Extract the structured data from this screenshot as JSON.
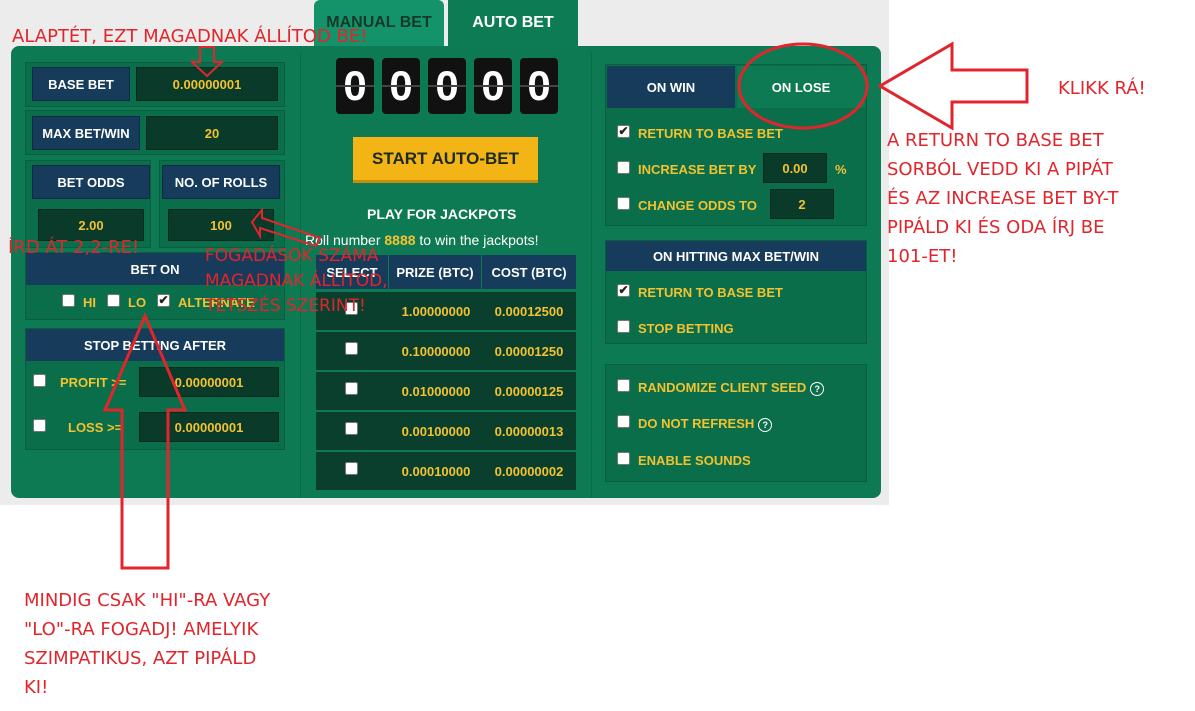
{
  "tabs": {
    "manual": "MANUAL BET",
    "auto": "AUTO BET"
  },
  "left": {
    "base_bet_label": "BASE BET",
    "base_bet_value": "0.00000001",
    "max_bet_label": "MAX BET/WIN",
    "max_bet_value": "20",
    "bet_odds_label": "BET ODDS",
    "bet_odds_value": "2.00",
    "rolls_label": "NO. OF ROLLS",
    "rolls_value": "100",
    "bet_on_label": "BET ON",
    "hi": "HI",
    "lo": "LO",
    "alternate": "ALTERNATE",
    "stop_after_label": "STOP BETTING AFTER",
    "profit_label": "PROFIT >=",
    "profit_value": "0.00000001",
    "loss_label": "LOSS >=",
    "loss_value": "0.00000001"
  },
  "center": {
    "digits": [
      "0",
      "0",
      "0",
      "0",
      "0"
    ],
    "start_button": "START AUTO-BET",
    "jackpot_title": "PLAY FOR JACKPOTS",
    "jackpot_text_pre": "Roll number",
    "jackpot_number": "8888",
    "jackpot_text_post": "to win the jackpots!",
    "table_headers": [
      "SELECT",
      "PRIZE (BTC)",
      "COST (BTC)"
    ],
    "rows": [
      {
        "prize": "1.00000000",
        "cost": "0.00012500"
      },
      {
        "prize": "0.10000000",
        "cost": "0.00001250"
      },
      {
        "prize": "0.01000000",
        "cost": "0.00000125"
      },
      {
        "prize": "0.00100000",
        "cost": "0.00000013"
      },
      {
        "prize": "0.00010000",
        "cost": "0.00000002"
      }
    ]
  },
  "right": {
    "on_win": "ON WIN",
    "on_lose": "ON LOSE",
    "return_base": "RETURN TO BASE BET",
    "increase_by": "INCREASE BET BY",
    "increase_value": "0.00",
    "percent": "%",
    "change_odds": "CHANGE ODDS TO",
    "change_odds_value": "2",
    "max_hit_title": "ON HITTING MAX BET/WIN",
    "max_return_base": "RETURN TO BASE BET",
    "stop_betting": "STOP BETTING",
    "randomize": "RANDOMIZE CLIENT SEED",
    "no_refresh": "DO NOT REFRESH",
    "sounds": "ENABLE SOUNDS"
  },
  "annotations": {
    "base_bet": "ALAPTÉT, EZT MAGADNAK ÁLLÍTOD BE!",
    "odds": "ÍRD ÁT 2,2-RE!",
    "rolls": [
      "FOGADÁSOK SZÁMA",
      "MAGADNAK ÁLLÍTOD,",
      "TETSZÉS SZERINT!"
    ],
    "click": "KLIKK RÁ!",
    "right": [
      "A RETURN TO BASE BET",
      "SORBÓL VEDD KI A PIPÁT",
      "ÉS AZ INCREASE BET BY-T",
      "PIPÁLD KI ÉS ODA ÍRJ BE",
      "101-ET!"
    ],
    "bottom": [
      "MINDIG CSAK \"HI\"-RA VAGY",
      "\"LO\"-RA FOGADJ! AMELYIK",
      "SZIMPATIKUS, AZT PIPÁLD",
      "KI!"
    ]
  },
  "colors": {
    "panel": "#0e7a54",
    "label": "#173b5a",
    "value": "#f2c230",
    "annotation": "#e0262c",
    "button": "#f2b515"
  }
}
